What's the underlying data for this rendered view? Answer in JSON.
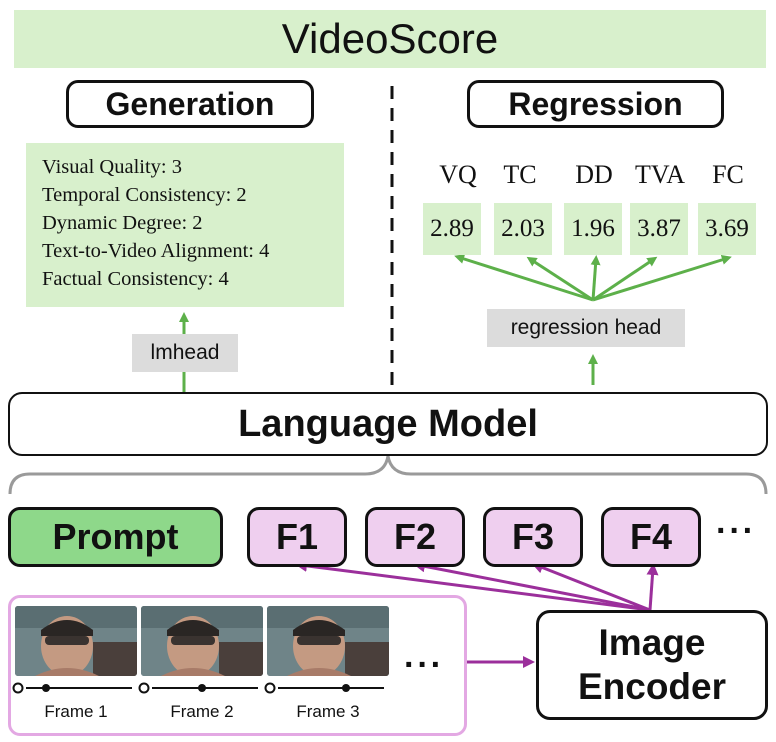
{
  "title": "VideoScore",
  "generation": {
    "label": "Generation",
    "lines": [
      "Visual Quality: 3",
      "Temporal Consistency: 2",
      "Dynamic Degree: 2",
      "Text-to-Video Alignment: 4",
      "Factual Consistency: 4"
    ],
    "head": "lmhead"
  },
  "regression": {
    "label": "Regression",
    "metrics": [
      {
        "name": "VQ",
        "value": "2.89"
      },
      {
        "name": "TC",
        "value": "2.03"
      },
      {
        "name": "DD",
        "value": "1.96"
      },
      {
        "name": "TVA",
        "value": "3.87"
      },
      {
        "name": "FC",
        "value": "3.69"
      }
    ],
    "head": "regression head"
  },
  "language_model": "Language Model",
  "prompt": "Prompt",
  "frame_tokens": [
    "F1",
    "F2",
    "F3",
    "F4"
  ],
  "token_ellipsis": "···",
  "frames": [
    "Frame 1",
    "Frame 2",
    "Frame 3"
  ],
  "frames_ellipsis": "···",
  "image_encoder": {
    "line1": "Image",
    "line2": "Encoder"
  },
  "colors": {
    "green_light": "#d8f0cc",
    "green_prompt": "#8ed88a",
    "green_arrow": "#5db04a",
    "purple_arrow": "#9b2f9b",
    "pink_token": "#efcfef",
    "pink_border": "#e3a8e3",
    "gray_tag": "#dcdcdc"
  }
}
